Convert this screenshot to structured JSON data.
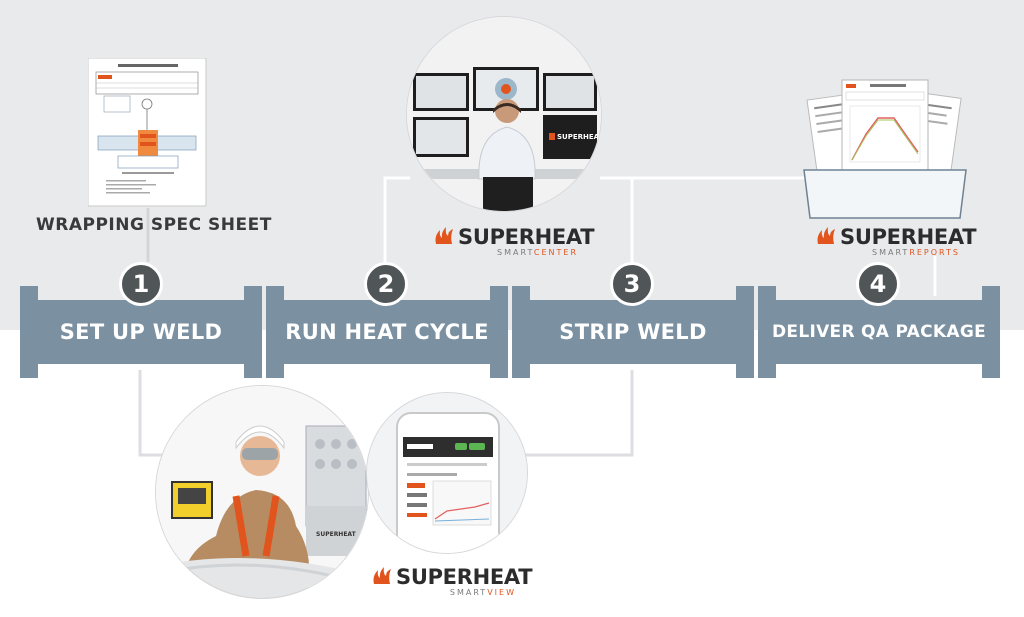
{
  "steps": [
    {
      "number": "1",
      "label": "SET UP WELD"
    },
    {
      "number": "2",
      "label": "RUN HEAT CYCLE"
    },
    {
      "number": "3",
      "label": "STRIP WELD"
    },
    {
      "number": "4",
      "label": "DELIVER QA PACKAGE"
    }
  ],
  "spec_sheet": {
    "title": "WRAPPING SPEC SHEET"
  },
  "brands": {
    "smartcenter": {
      "name": "SUPERHEAT",
      "smart": "SMART",
      "product": "CENTER"
    },
    "smartreports": {
      "name": "SUPERHEAT",
      "smart": "SMART",
      "product": "REPORTS"
    },
    "smartview": {
      "name": "SUPERHEAT",
      "smart": "SMART",
      "product": "VIEW"
    }
  },
  "colors": {
    "pipe": "#7b90a1",
    "badge": "#505558",
    "accent": "#e2541d",
    "band": "#e9eaec"
  }
}
